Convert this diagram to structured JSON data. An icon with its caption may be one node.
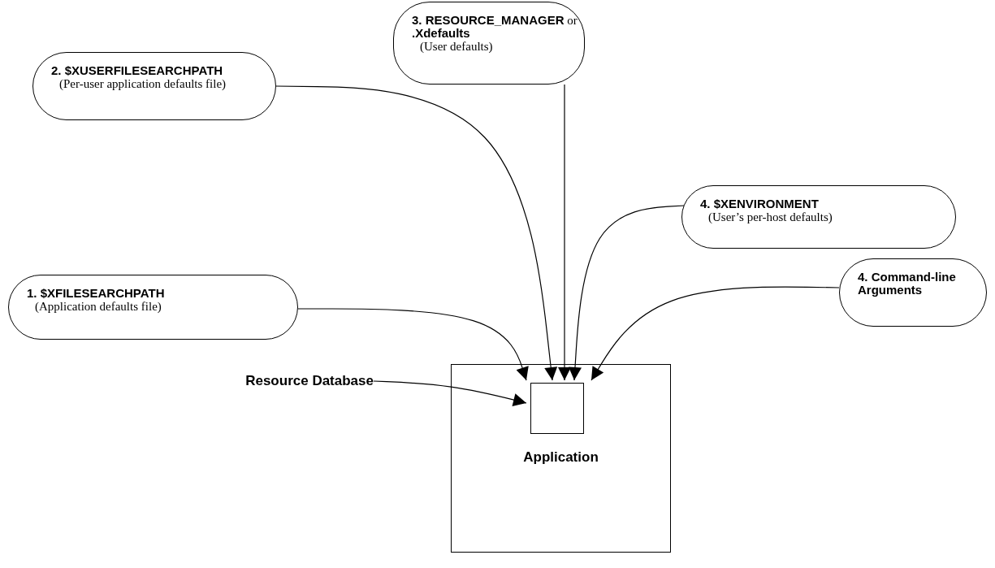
{
  "diagram": {
    "nodes": [
      {
        "text": [
          "**3. RESOURCE_MANAGER** or **.Xdefaults**",
          "(User defaults)"
        ]
      },
      {
        "text": [
          "2. $XUSERFILESEARCHPATH",
          "(Per-user application defaults file)"
        ]
      },
      {
        "text": [
          "4. $XENVIRONMENT",
          "(User’s per-host defaults)"
        ]
      },
      {
        "text": [
          "1. $XFILESEARCHPATH",
          "(Application defaults file)"
        ]
      },
      {
        "text": [
          "4. Command-line Arguments"
        ]
      },
      {
        "text": [
          "Application"
        ]
      },
      {
        "text": [],
        "shape": "box",
        "in": 5
      },
      {
        "text": [
          "Resource Database"
        ]
      }
    ],
    "edges": [
      {
        "from": 3,
        "to": 6,
        "arrow": "to"
      },
      {
        "from": 1,
        "to": 6,
        "arrow": "to"
      },
      {
        "from": 0,
        "to": 6,
        "arrow": "to"
      },
      {
        "from": 2,
        "to": 6,
        "arrow": "to"
      },
      {
        "from": 4,
        "to": 6,
        "arrow": "to"
      },
      {
        "from": 7,
        "to": 6,
        "arrow": "to"
      }
    ]
  }
}
